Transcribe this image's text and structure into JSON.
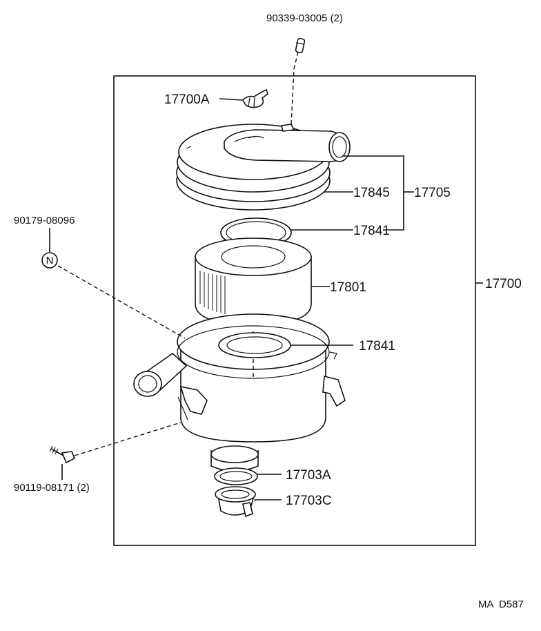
{
  "callouts": {
    "c_90339": "90339-03005 (2)",
    "c_17700A": "17700A",
    "c_17845": "17845",
    "c_17705": "17705",
    "c_90179": "90179-08096",
    "c_17841_top": "17841",
    "c_17801": "17801",
    "c_17700": "17700",
    "c_17841_bottom": "17841",
    "c_17703A": "17703A",
    "c_17703C": "17703C",
    "c_90119": "90119-08171 (2)",
    "nut_symbol": "N"
  },
  "diagram_code": "MA  D587"
}
